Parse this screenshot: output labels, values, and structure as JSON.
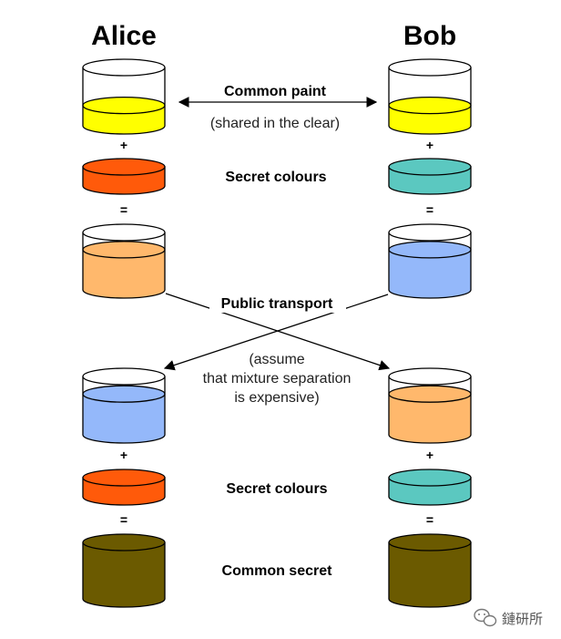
{
  "people": {
    "alice": "Alice",
    "bob": "Bob"
  },
  "labels": {
    "common_paint": "Common paint",
    "shared_clear": "(shared in the clear)",
    "secret_colours_top": "Secret colours",
    "public_transport": "Public transport",
    "assume_line1": "(assume",
    "assume_line2": "that mixture separation",
    "assume_line3": "is expensive)",
    "secret_colours_bottom": "Secret colours",
    "common_secret": "Common secret"
  },
  "operators": {
    "plus": "+",
    "equals": "="
  },
  "watermark": {
    "text": "鏈研所"
  },
  "colors": {
    "common_paint": "#ffff00",
    "alice_secret": "#ff5a0a",
    "bob_secret": "#5bc8c0",
    "alice_mixture": "#ffb86c",
    "bob_mixture": "#94b8fa",
    "common_secret": "#6b5a00"
  },
  "cylinders": [
    {
      "id": "alice-common-paint",
      "side": "alice",
      "kind": "beaker",
      "fill_color": "common_paint",
      "fill_level": 0.35
    },
    {
      "id": "bob-common-paint",
      "side": "bob",
      "kind": "beaker",
      "fill_color": "common_paint",
      "fill_level": 0.35
    },
    {
      "id": "alice-secret-colour",
      "side": "alice",
      "kind": "disc",
      "fill_color": "alice_secret",
      "fill_level": 1
    },
    {
      "id": "bob-secret-colour",
      "side": "bob",
      "kind": "disc",
      "fill_color": "bob_secret",
      "fill_level": 1
    },
    {
      "id": "alice-mixture",
      "side": "alice",
      "kind": "beaker",
      "fill_color": "alice_mixture",
      "fill_level": 0.7
    },
    {
      "id": "bob-mixture",
      "side": "bob",
      "kind": "beaker",
      "fill_color": "bob_mixture",
      "fill_level": 0.7
    },
    {
      "id": "alice-received-mixture",
      "side": "alice",
      "kind": "beaker",
      "fill_color": "bob_mixture",
      "fill_level": 0.7
    },
    {
      "id": "bob-received-mixture",
      "side": "bob",
      "kind": "beaker",
      "fill_color": "alice_mixture",
      "fill_level": 0.7
    },
    {
      "id": "alice-secret-colour-2",
      "side": "alice",
      "kind": "disc",
      "fill_color": "alice_secret",
      "fill_level": 1
    },
    {
      "id": "bob-secret-colour-2",
      "side": "bob",
      "kind": "disc",
      "fill_color": "bob_secret",
      "fill_level": 1
    },
    {
      "id": "alice-common-secret",
      "side": "alice",
      "kind": "beaker",
      "fill_color": "common_secret",
      "fill_level": 1
    },
    {
      "id": "bob-common-secret",
      "side": "bob",
      "kind": "beaker",
      "fill_color": "common_secret",
      "fill_level": 1
    }
  ]
}
